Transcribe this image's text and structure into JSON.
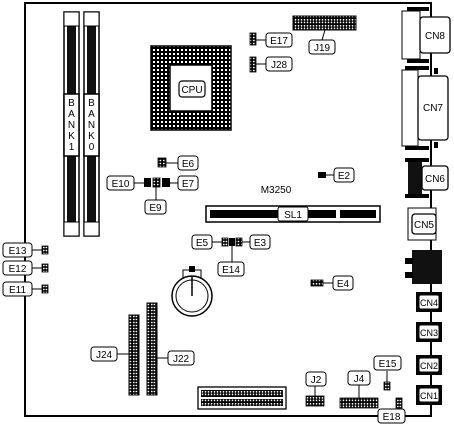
{
  "board": {
    "model": "M3250",
    "cpu": "CPU",
    "slot": "SL1",
    "banks": {
      "bank1": [
        "B",
        "A",
        "N",
        "K",
        "1"
      ],
      "bank0": [
        "B",
        "A",
        "N",
        "K",
        "0"
      ]
    }
  },
  "connectors": {
    "cn8": "CN8",
    "cn7": "CN7",
    "cn6": "CN6",
    "cn5": "CN5",
    "cn4": "CN4",
    "cn3": "CN3",
    "cn2": "CN2",
    "cn1": "CN1"
  },
  "jumpers": {
    "e2": "E2",
    "e3": "E3",
    "e4": "E4",
    "e5": "E5",
    "e6": "E6",
    "e7": "E7",
    "e9": "E9",
    "e10": "E10",
    "e11": "E11",
    "e12": "E12",
    "e13": "E13",
    "e14": "E14",
    "e15": "E15",
    "e17": "E17",
    "e18": "E18",
    "j2": "J2",
    "j4": "J4",
    "j19": "J19",
    "j22": "J22",
    "j24": "J24",
    "j28": "J28"
  }
}
